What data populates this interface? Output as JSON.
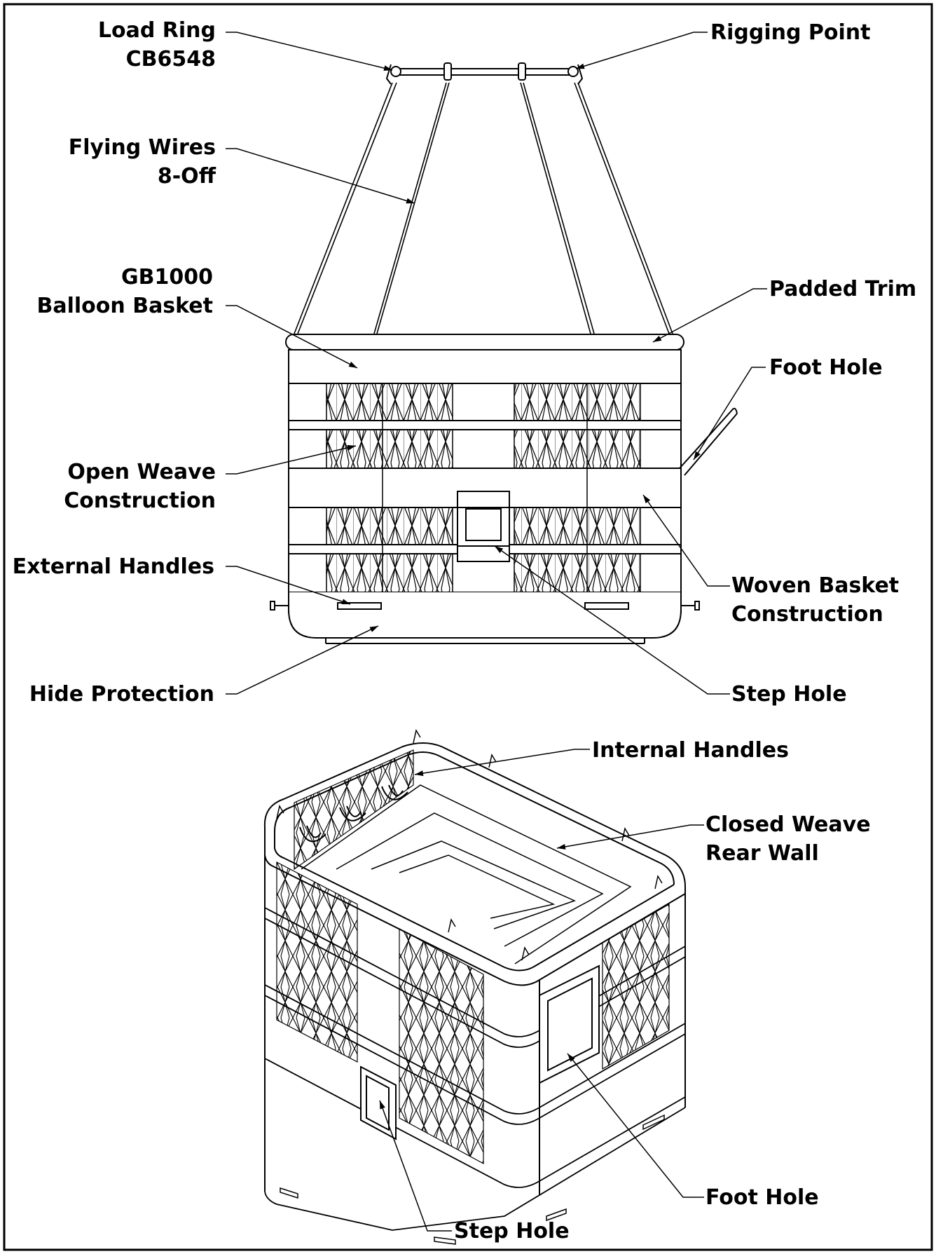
{
  "labels": {
    "load_ring": [
      "Load Ring",
      "CB6548"
    ],
    "rigging_point": "Rigging Point",
    "flying_wires": [
      "Flying Wires",
      "8-Off"
    ],
    "basket_model": [
      "GB1000",
      "Balloon Basket"
    ],
    "padded_trim": "Padded Trim",
    "foot_hole_top": "Foot Hole",
    "open_weave": [
      "Open Weave",
      "Construction"
    ],
    "external_handles": "External Handles",
    "woven_basket": [
      "Woven Basket",
      "Construction"
    ],
    "hide_protection": "Hide Protection",
    "step_hole_top": "Step Hole",
    "internal_handles": "Internal Handles",
    "closed_weave": [
      "Closed Weave",
      "Rear Wall"
    ],
    "foot_hole_bottom": "Foot Hole",
    "step_hole_bottom": "Step Hole"
  },
  "colors": {
    "line": "#000000",
    "background": "#ffffff"
  }
}
